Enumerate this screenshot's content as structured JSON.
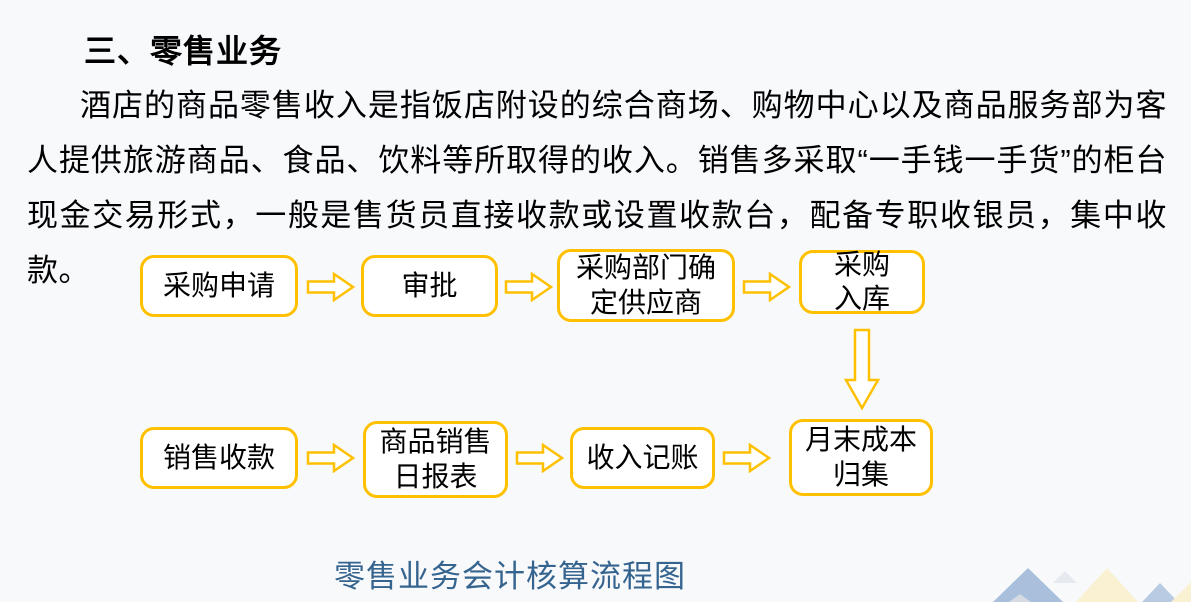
{
  "page": {
    "background_color": "#F8F9FB",
    "accent_gold": "#FFC000",
    "caption_color": "#35648F",
    "decor_colors": {
      "triangle_blue": "#A9BFDC",
      "triangle_blue_inner": "#D5DAE3",
      "triangle_gray": "#E6EAF0",
      "triangle_yellow": "#FAF0D2"
    }
  },
  "heading": "三、零售业务",
  "paragraph": "酒店的商品零售收入是指饭店附设的综合商场、购物中心以及商品服务部为客人提供旅游商品、食品、饮料等所取得的收入。销售多采取“一手钱一手货”的柜台现金交易形式，一般是售货员直接收款或设置收款台，配备专职收银员，集中收款。",
  "flowchart": {
    "caption": "零售业务会计核算流程图",
    "row1": [
      {
        "label": "采购申请"
      },
      {
        "label": "审批"
      },
      {
        "label": "采购部门确\n定供应商"
      },
      {
        "label": "采购\n入库"
      }
    ],
    "row2": [
      {
        "label": "销售收款"
      },
      {
        "label": "商品销售\n日报表"
      },
      {
        "label": "收入记账"
      },
      {
        "label": "月末成本\n归集"
      }
    ]
  }
}
